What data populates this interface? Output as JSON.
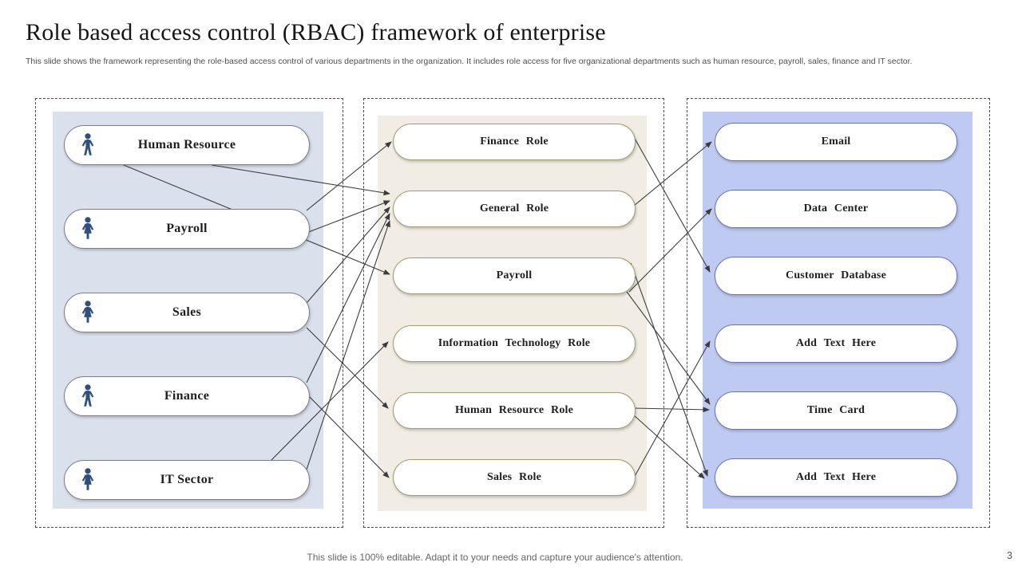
{
  "slide": {
    "title": "Role based access control (RBAC) framework of enterprise",
    "subtitle": "This slide shows the framework representing the role-based access control of various departments in the organization. It includes role access for five organizational departments such as human resource, payroll, sales, finance and IT  sector.",
    "footer": "This slide is 100% editable. Adapt it to your needs and capture your audience's attention.",
    "page_number": "3"
  },
  "colors": {
    "left_panel": "#dae1ed",
    "middle_panel": "#f1ede4",
    "right_panel": "#bfcaf2",
    "icon_navy": "#2f507e",
    "connector": "#3c3c3c",
    "left_pill_border": "#7f7f7f",
    "middle_pill_border": "#a59d72",
    "right_pill_border": "#6b77b0"
  },
  "columns": {
    "departments": {
      "items": [
        {
          "label": "Human Resource",
          "icon": "person-male-icon"
        },
        {
          "label": "Payroll",
          "icon": "person-female-icon"
        },
        {
          "label": "Sales",
          "icon": "person-female-icon"
        },
        {
          "label": "Finance",
          "icon": "person-male-icon"
        },
        {
          "label": "IT Sector",
          "icon": "person-female-icon"
        }
      ]
    },
    "roles": {
      "items": [
        {
          "label": "Finance Role"
        },
        {
          "label": "General Role"
        },
        {
          "label": "Payroll"
        },
        {
          "label": "Information Technology Role"
        },
        {
          "label": "Human Resource Role"
        },
        {
          "label": "Sales Role"
        }
      ]
    },
    "resources": {
      "items": [
        {
          "label": "Email"
        },
        {
          "label": "Data Center"
        },
        {
          "label": "Customer Database"
        },
        {
          "label": "Add Text Here"
        },
        {
          "label": "Time Card"
        },
        {
          "label": "Add Text Here"
        }
      ]
    }
  },
  "connections": {
    "dept_to_role": [
      {
        "from": "Human Resource",
        "to": "Payroll",
        "points": [
          150,
          205,
          488,
          344
        ]
      },
      {
        "from": "Human Resource",
        "to": "General Role",
        "points": [
          265,
          207,
          488,
          243
        ]
      },
      {
        "from": "Payroll",
        "to": "Finance Role",
        "points": [
          384,
          264,
          490,
          178
        ]
      },
      {
        "from": "Payroll",
        "to": "General Role",
        "points": [
          384,
          292,
          488,
          252
        ]
      },
      {
        "from": "Sales",
        "to": "General Role",
        "points": [
          384,
          380,
          488,
          260
        ]
      },
      {
        "from": "Sales",
        "to": "Human Resource Role",
        "points": [
          384,
          411,
          486,
          512
        ]
      },
      {
        "from": "Finance",
        "to": "General Role",
        "points": [
          384,
          480,
          488,
          268
        ]
      },
      {
        "from": "Finance",
        "to": "Sales Role",
        "points": [
          384,
          494,
          487,
          599
        ]
      },
      {
        "from": "IT Sector",
        "to": "General Role",
        "points": [
          384,
          589,
          488,
          277
        ]
      },
      {
        "from": "IT Sector",
        "to": "Information Technology Role",
        "points": [
          340,
          577,
          486,
          429
        ]
      }
    ],
    "role_to_resource": [
      {
        "from": "General Role",
        "to": "Email",
        "points": [
          794,
          258,
          891,
          178
        ]
      },
      {
        "from": "Finance Role",
        "to": "Customer Database",
        "points": [
          794,
          172,
          889,
          341
        ]
      },
      {
        "from": "Payroll",
        "to": "Data Center",
        "points": [
          788,
          366,
          891,
          262
        ]
      },
      {
        "from": "Payroll",
        "to": "Time Card",
        "points": [
          785,
          366,
          889,
          507
        ]
      },
      {
        "from": "Payroll",
        "to": "Add Text Here",
        "points": [
          790,
          330,
          886,
          597
        ]
      },
      {
        "from": "Human Resource Role",
        "to": "Time Card",
        "points": [
          794,
          512,
          888,
          514
        ]
      },
      {
        "from": "Human Resource Role",
        "to": "Add Text Here",
        "points": [
          794,
          521,
          882,
          600
        ]
      },
      {
        "from": "Sales Role",
        "to": "Add Text Here",
        "points": [
          794,
          599,
          889,
          428
        ]
      }
    ]
  }
}
